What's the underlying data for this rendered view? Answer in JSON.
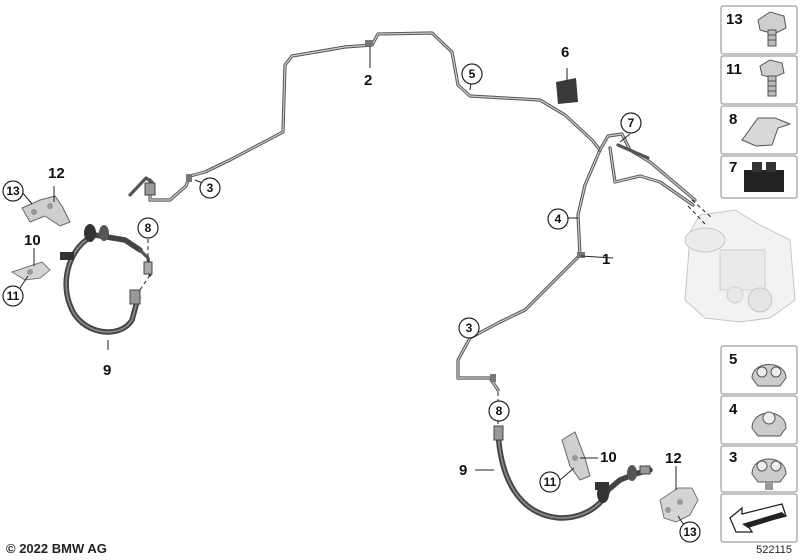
{
  "callouts": {
    "c1": "1",
    "c2": "2",
    "c3a": "3",
    "c3b": "3",
    "c4": "4",
    "c5": "5",
    "c6": "6",
    "c7": "7",
    "c8a": "8",
    "c8b": "8",
    "c9a": "9",
    "c9b": "9",
    "c10a": "10",
    "c10b": "10",
    "c11a": "11",
    "c11b": "11",
    "c12a": "12",
    "c12b": "12",
    "c13a": "13",
    "c13b": "13"
  },
  "legend_top": [
    "13",
    "11",
    "8",
    "7"
  ],
  "legend_bottom": [
    "5",
    "4",
    "3"
  ],
  "copyright": "© 2022 BMW AG",
  "diagram_number": "522115"
}
